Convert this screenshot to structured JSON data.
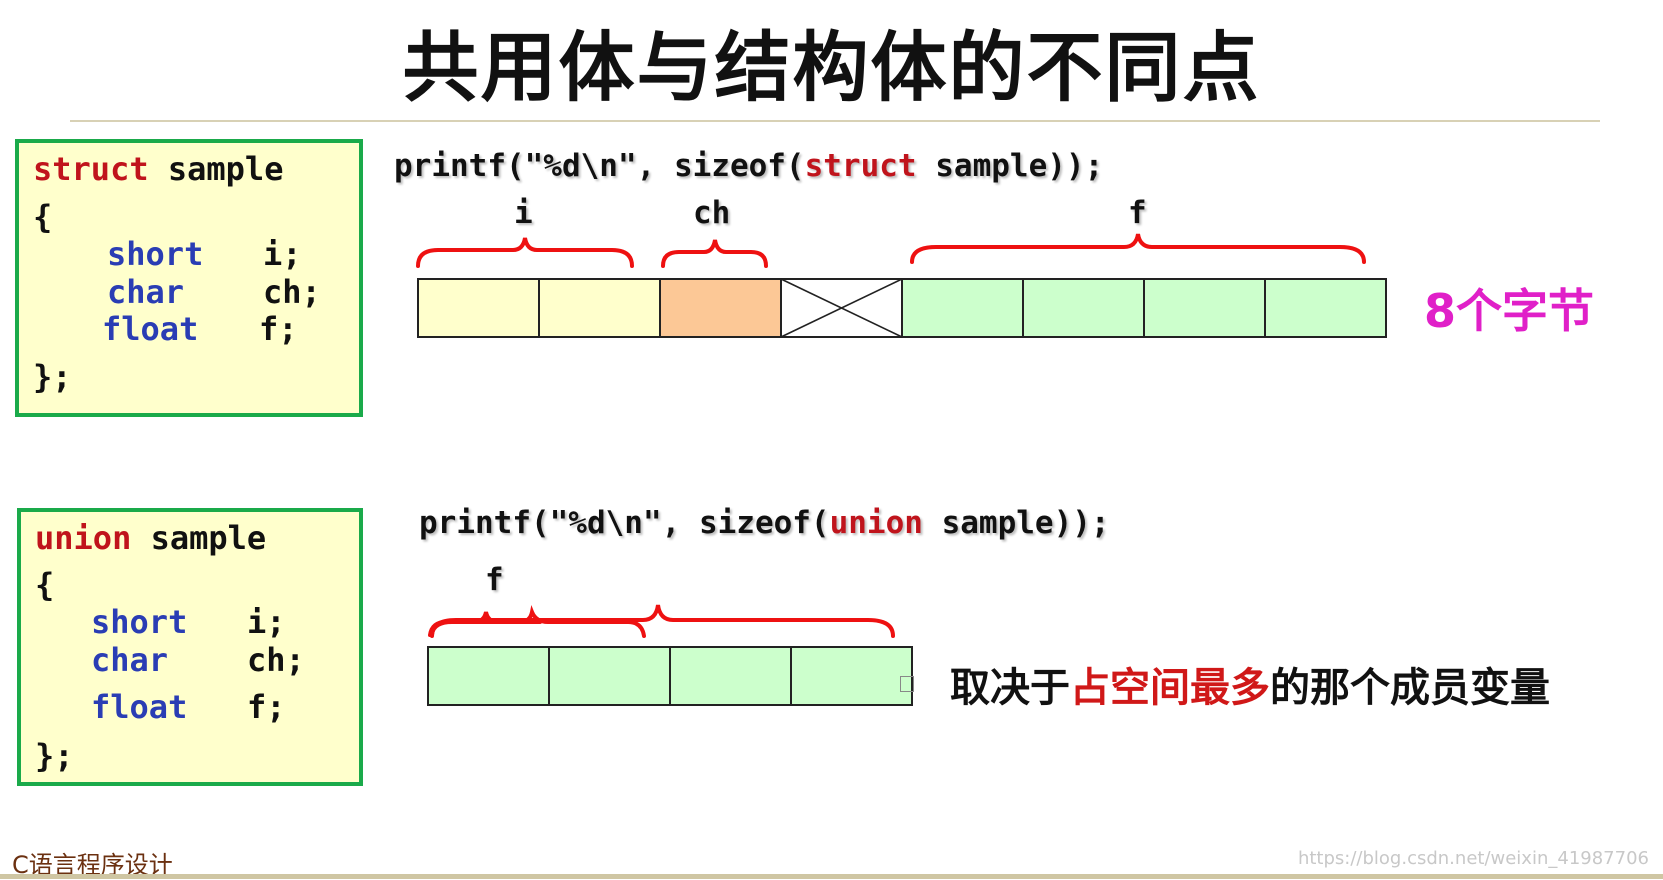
{
  "title": "共用体与结构体的不同点",
  "struct_block": {
    "kw": "struct",
    "name": " sample",
    "open": "{",
    "members": [
      {
        "type": "short",
        "var": "i;"
      },
      {
        "type": "char",
        "var": "ch;"
      },
      {
        "type": "float",
        "var": "f;"
      }
    ],
    "close": "};"
  },
  "union_block": {
    "kw": "union",
    "name": " sample",
    "open": "{",
    "members": [
      {
        "type": "short",
        "var": "i;"
      },
      {
        "type": "char",
        "var": "ch;"
      },
      {
        "type": "float",
        "var": "f;"
      }
    ],
    "close": "};"
  },
  "struct_printf": {
    "pre": "printf(\"%d\\n\", sizeof(",
    "kw": "struct",
    "post": " sample));"
  },
  "union_printf": {
    "pre": "printf(\"%d\\n\", sizeof(",
    "kw": "union",
    "post": " sample));"
  },
  "struct_labels": {
    "i": "i",
    "ch": "ch",
    "f": "f"
  },
  "union_labels": {
    "f": "f"
  },
  "struct_result": "8个字节",
  "union_result": {
    "pre": "取决于",
    "highlight": "占空间最多",
    "post": "的那个成员变量"
  },
  "footer": "C语言程序设计",
  "watermark": "https://blog.csdn.net/weixin_41987706",
  "colors": {
    "code_bg": "#ffffcc",
    "code_border": "#1aaa4a",
    "keyword_red": "#c0141c",
    "keyword_blue": "#2a3db4",
    "cell_i": "#ffffcc",
    "cell_ch": "#fcc896",
    "cell_f": "#ccffcc",
    "brace": "#ee1111",
    "struct_result": "#e020c8"
  },
  "memory": {
    "struct_cells": [
      "i",
      "i",
      "ch",
      "padding",
      "f",
      "f",
      "f",
      "f"
    ],
    "union_cells": [
      "f",
      "f",
      "f",
      "f"
    ]
  }
}
